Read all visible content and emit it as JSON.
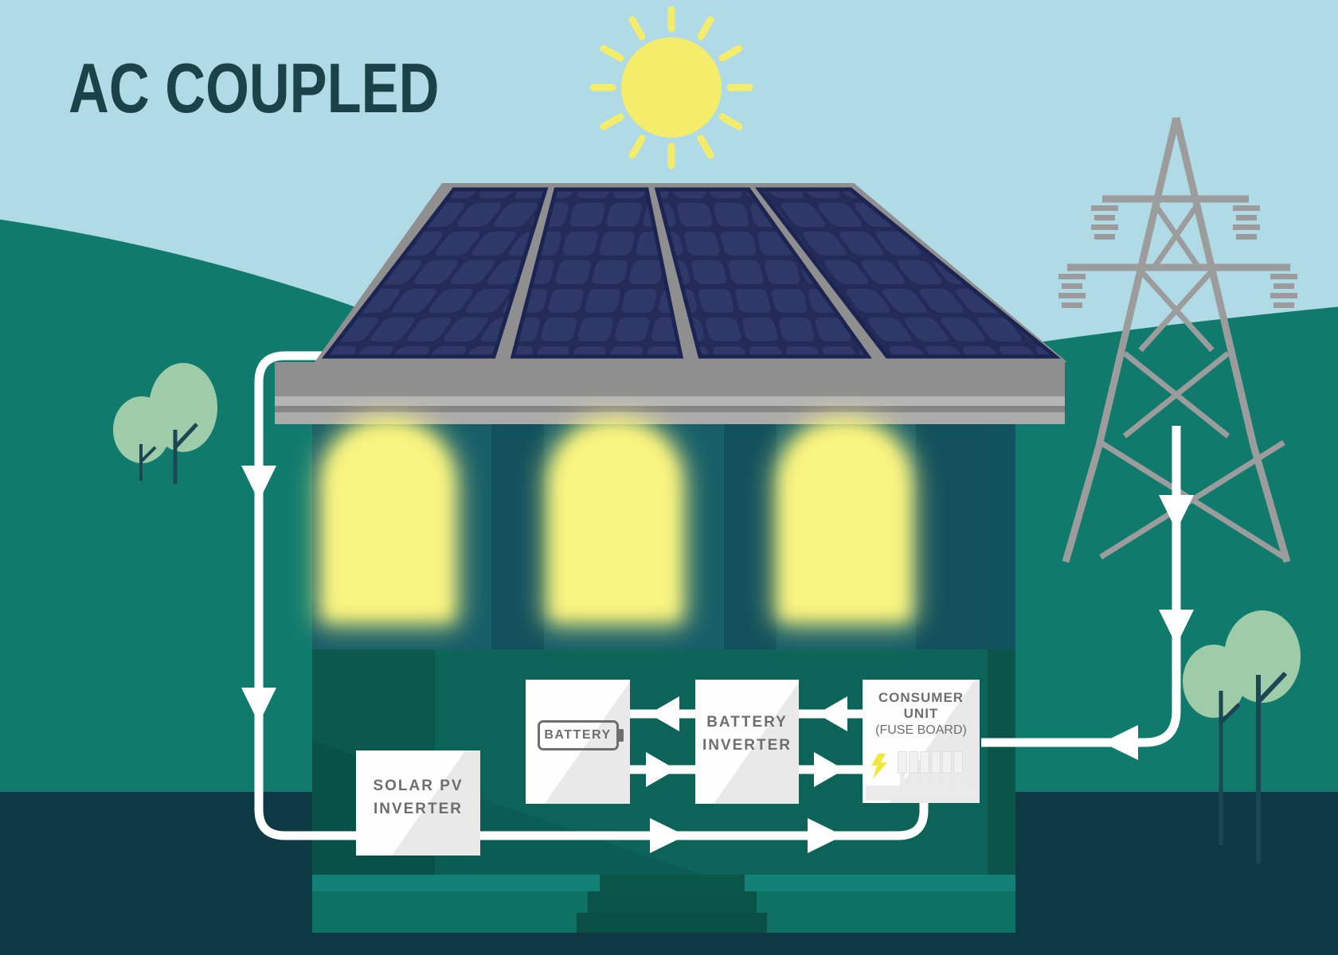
{
  "title": "AC COUPLED",
  "colors": {
    "sky": "#AFDAE6",
    "hill_teal": "#107A6D",
    "foreground_navy": "#0E3944",
    "house_upper_wall": "#175E69",
    "house_lower_wall": "#0C6459",
    "roof_gray": "#8F8F8F",
    "solar_panel_navy": "#2E3869",
    "sun_yellow": "#F4EC6B",
    "window_glow_yellow": "#FAF480",
    "flow_line_white": "#FFFFFF",
    "box_text_gray": "#6E6E6E",
    "title_dark_teal": "#1B4149",
    "lightning_yellow": "#F1E83C",
    "tree_foliage": "#9ECBA8",
    "tree_trunk": "#1C4653"
  },
  "diagram": {
    "boxes": {
      "solar_pv_inverter": {
        "label": "SOLAR PV INVERTER"
      },
      "battery": {
        "label": "BATTERY"
      },
      "battery_inverter": {
        "label": "BATTERY INVERTER"
      },
      "consumer_unit": {
        "label": "CONSUMER UNIT",
        "sublabel": "(FUSE BOARD)"
      }
    },
    "flows": [
      {
        "from": "solar-panels",
        "to": "solar-pv-inverter"
      },
      {
        "from": "solar-pv-inverter",
        "to": "consumer-unit"
      },
      {
        "from": "grid-pylon",
        "to": "consumer-unit"
      },
      {
        "from": "consumer-unit",
        "to": "battery-inverter"
      },
      {
        "from": "battery-inverter",
        "to": "battery"
      },
      {
        "from": "battery",
        "to": "battery-inverter"
      },
      {
        "from": "battery-inverter",
        "to": "consumer-unit"
      }
    ]
  }
}
